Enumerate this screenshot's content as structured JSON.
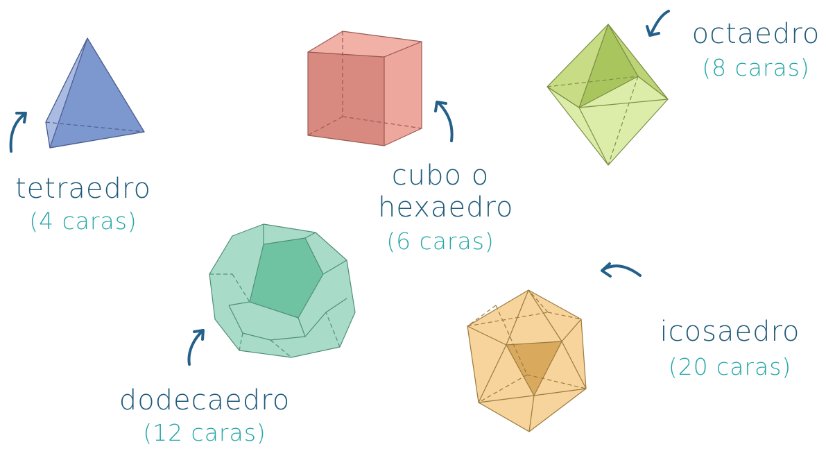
{
  "colors": {
    "name_text": "#1f5a7a",
    "faces_text": "#26a7a8",
    "arrow": "#24608a",
    "tetra": "#7d97cf",
    "cube": "#e99a8e",
    "octa": "#c8dc86",
    "dodeca": "#8fd0b6",
    "icosa": "#f1c67f"
  },
  "solids": [
    {
      "id": "tetraedro",
      "name": "tetraedro",
      "faces": "(4 caras)"
    },
    {
      "id": "cubo",
      "name_line1": "cubo o",
      "name_line2": "hexaedro",
      "faces": "(6 caras)"
    },
    {
      "id": "octaedro",
      "name": "octaedro",
      "faces": "(8 caras)"
    },
    {
      "id": "dodecaedro",
      "name": "dodecaedro",
      "faces": "(12 caras)"
    },
    {
      "id": "icosaedro",
      "name": "icosaedro",
      "faces": "(20 caras)"
    }
  ]
}
